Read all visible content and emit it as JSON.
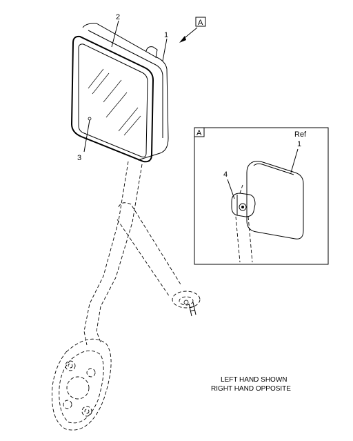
{
  "labels": {
    "item_1": "1",
    "item_2": "2",
    "item_3": "3",
    "item_4": "4",
    "view_a_marker": "A",
    "view_a_title": "A",
    "ref": "Ref",
    "ref_item": "1"
  },
  "notes": {
    "line1": "LEFT HAND SHOWN",
    "line2": "RIGHT HAND OPPOSITE"
  }
}
